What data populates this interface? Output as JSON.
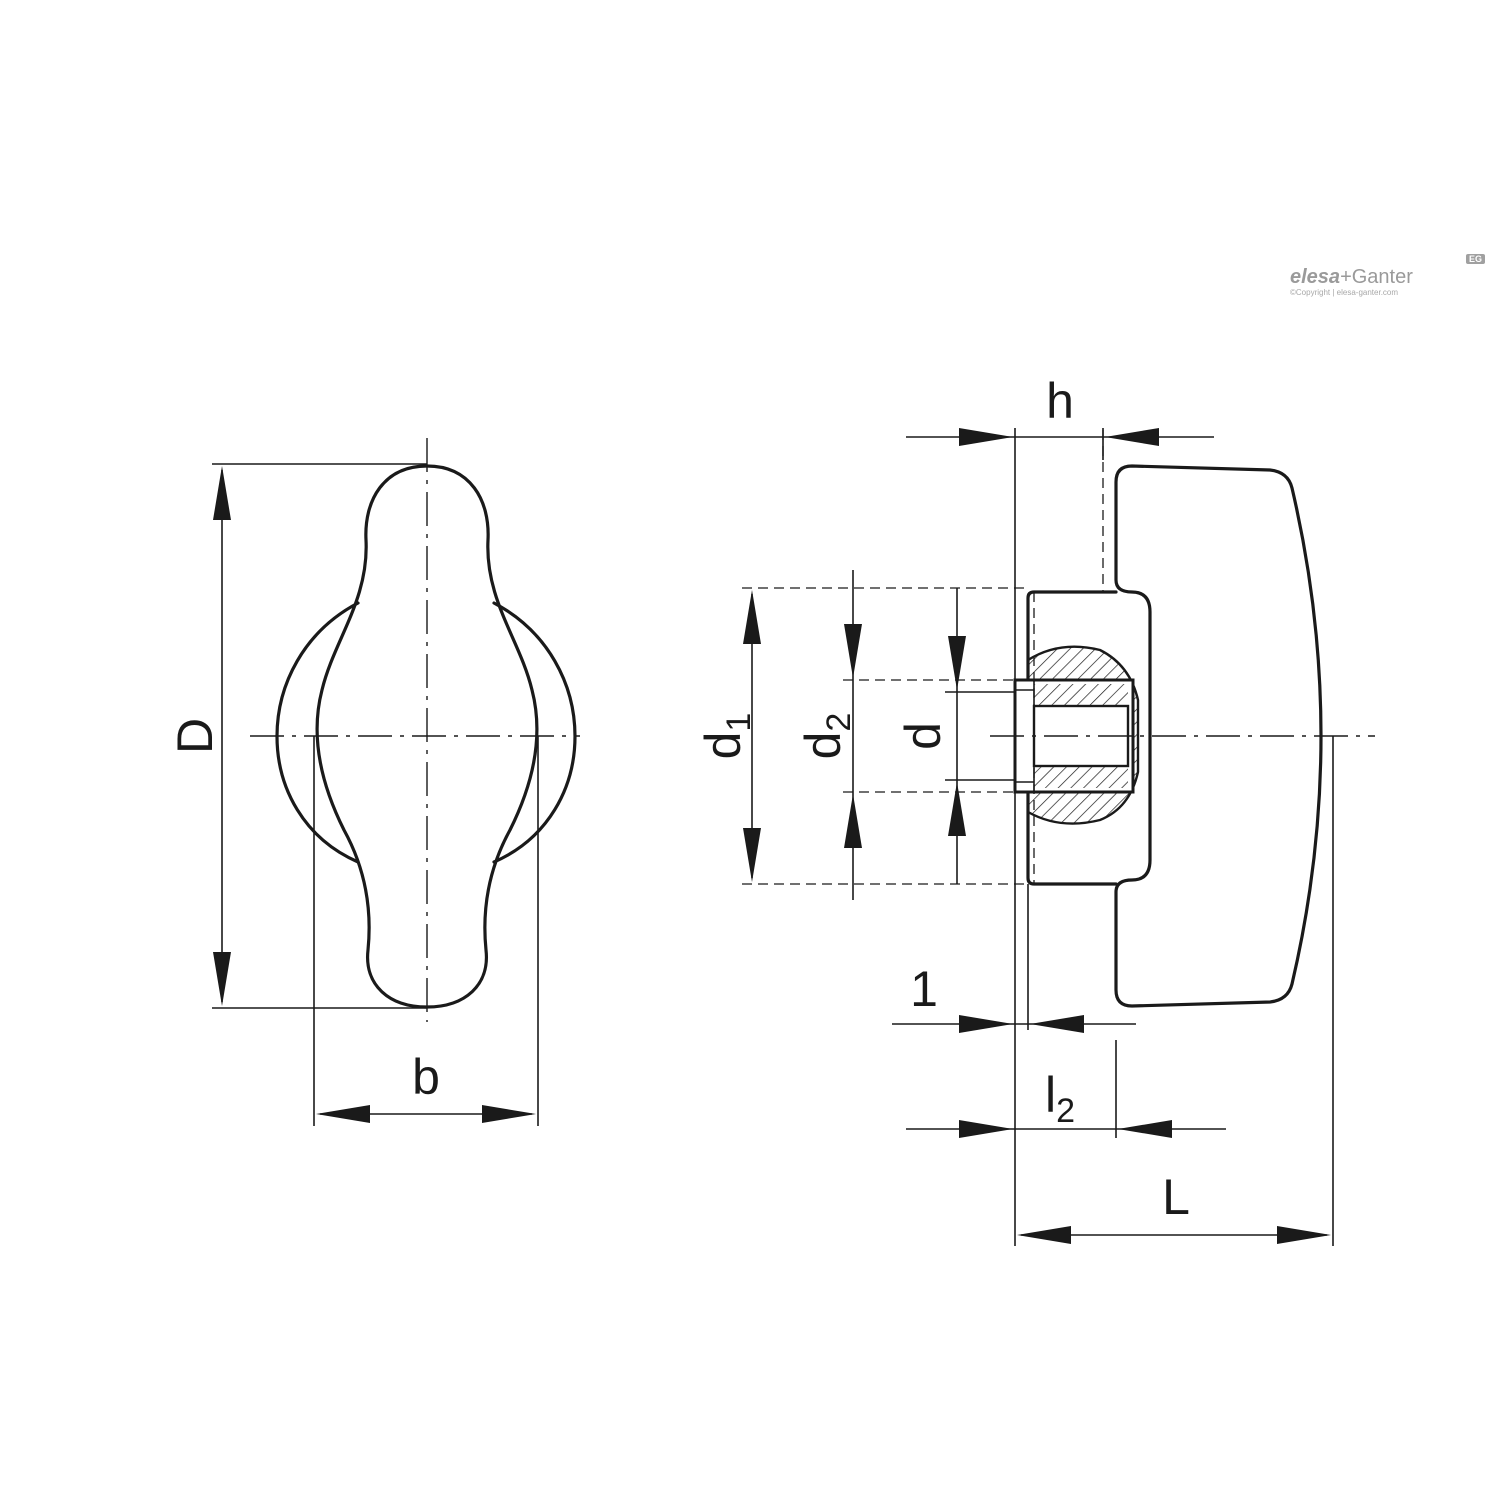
{
  "labels": {
    "D": "D",
    "b": "b",
    "h": "h",
    "d1_main": "d",
    "d1_sub": "1",
    "d2_main": "d",
    "d2_sub": "2",
    "d": "d",
    "one": "1",
    "l2_main": "l",
    "l2_sub": "2",
    "L": "L"
  },
  "logo": {
    "brand_part1": "elesa",
    "brand_part2": "+Ganter",
    "copyright": "©Copyright | elesa-ganter.com",
    "badge": "EG"
  },
  "colors": {
    "ink": "#1a1a1a",
    "logo_gray": "#9a9a9a"
  }
}
